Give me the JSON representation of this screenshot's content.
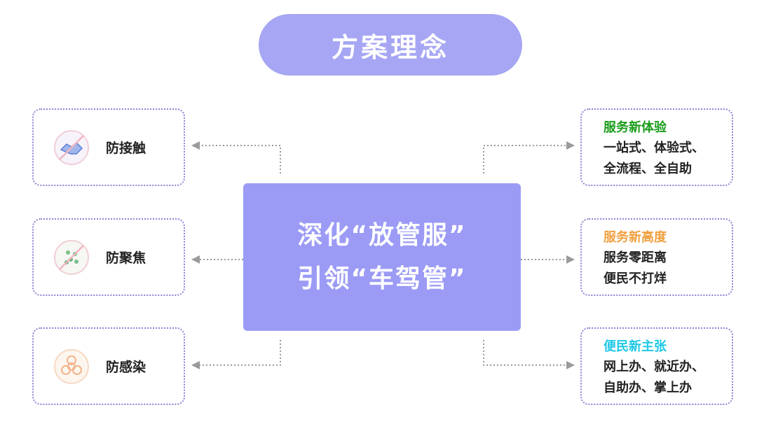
{
  "header": {
    "title": "方案理念"
  },
  "center": {
    "line1": "深化“放管服”",
    "line2": "引领“车驾管”"
  },
  "left_items": [
    {
      "label": "防接触",
      "icon": "no-handshake-icon"
    },
    {
      "label": "防聚焦",
      "icon": "no-gathering-icon"
    },
    {
      "label": "防感染",
      "icon": "biohazard-icon"
    }
  ],
  "right_items": [
    {
      "title": "服务新体验",
      "title_color": "#1a9c1a",
      "line1": "一站式、体验式、",
      "line2": "全流程、全自助"
    },
    {
      "title": "服务新高度",
      "title_color": "#f0a040",
      "line1": "服务零距离",
      "line2": "便民不打烊"
    },
    {
      "title": "便民新主张",
      "title_color": "#1ec8e6",
      "line1": "网上办、就近办、",
      "line2": "自助办、掌上办"
    }
  ],
  "colors": {
    "accent": "#9b9bf6",
    "pill": "#a6a6f4",
    "border": "#8a83d6",
    "connector": "#999999"
  }
}
